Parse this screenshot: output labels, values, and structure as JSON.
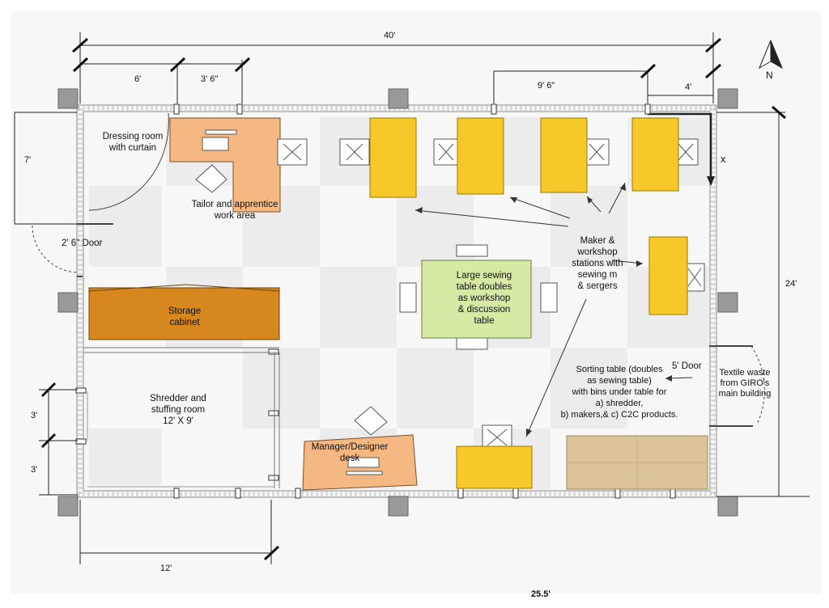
{
  "dimensions": {
    "top_width": "40'",
    "top_left_6": "6'",
    "top_left_3_6": "3' 6\"",
    "top_right_9_6": "9' 6\"",
    "top_right_4": "4'",
    "left_7": "7'",
    "right_24": "24'",
    "left_3_a": "3'",
    "left_3_b": "3'",
    "bottom_12": "12'",
    "bottom_25_5": "25.5'"
  },
  "compass": {
    "label": "N"
  },
  "rooms": {
    "dressing_room": [
      "Dressing room",
      "with curtain"
    ],
    "door_2_6": "2' 6\" Door",
    "storage_cabinet": [
      "Storage",
      "cabinet"
    ],
    "shredder_room": [
      "Shredder and",
      "stuffing room",
      "12' X 9'"
    ],
    "tailor_area": [
      "Tailor and apprentice",
      "work area"
    ],
    "maker_stations": [
      "Maker &",
      "workshop",
      "stations with",
      "sewing m",
      "& sergers"
    ],
    "large_table": [
      "Large sewing",
      "table doubles",
      "as workshop",
      "& discussion",
      "table"
    ],
    "sorting_table": [
      "Sorting table (doubles",
      "as sewing table)",
      "with bins under table for",
      "a) shredder,",
      "b) makers,& c) C2C products."
    ],
    "door_5": "5' Door",
    "textile_waste": [
      "Textile waste",
      "from GIRO's",
      "main building"
    ],
    "manager_desk": [
      "Manager/Designer",
      "desk"
    ],
    "x_marker": "x"
  },
  "colors": {
    "desk_orange": "#f6b882",
    "station_yellow": "#f7c829",
    "storage_brown": "#d6881f",
    "table_green": "#d6eaa6",
    "bins_tan": "#dcc49a",
    "checker": "#ececec"
  }
}
